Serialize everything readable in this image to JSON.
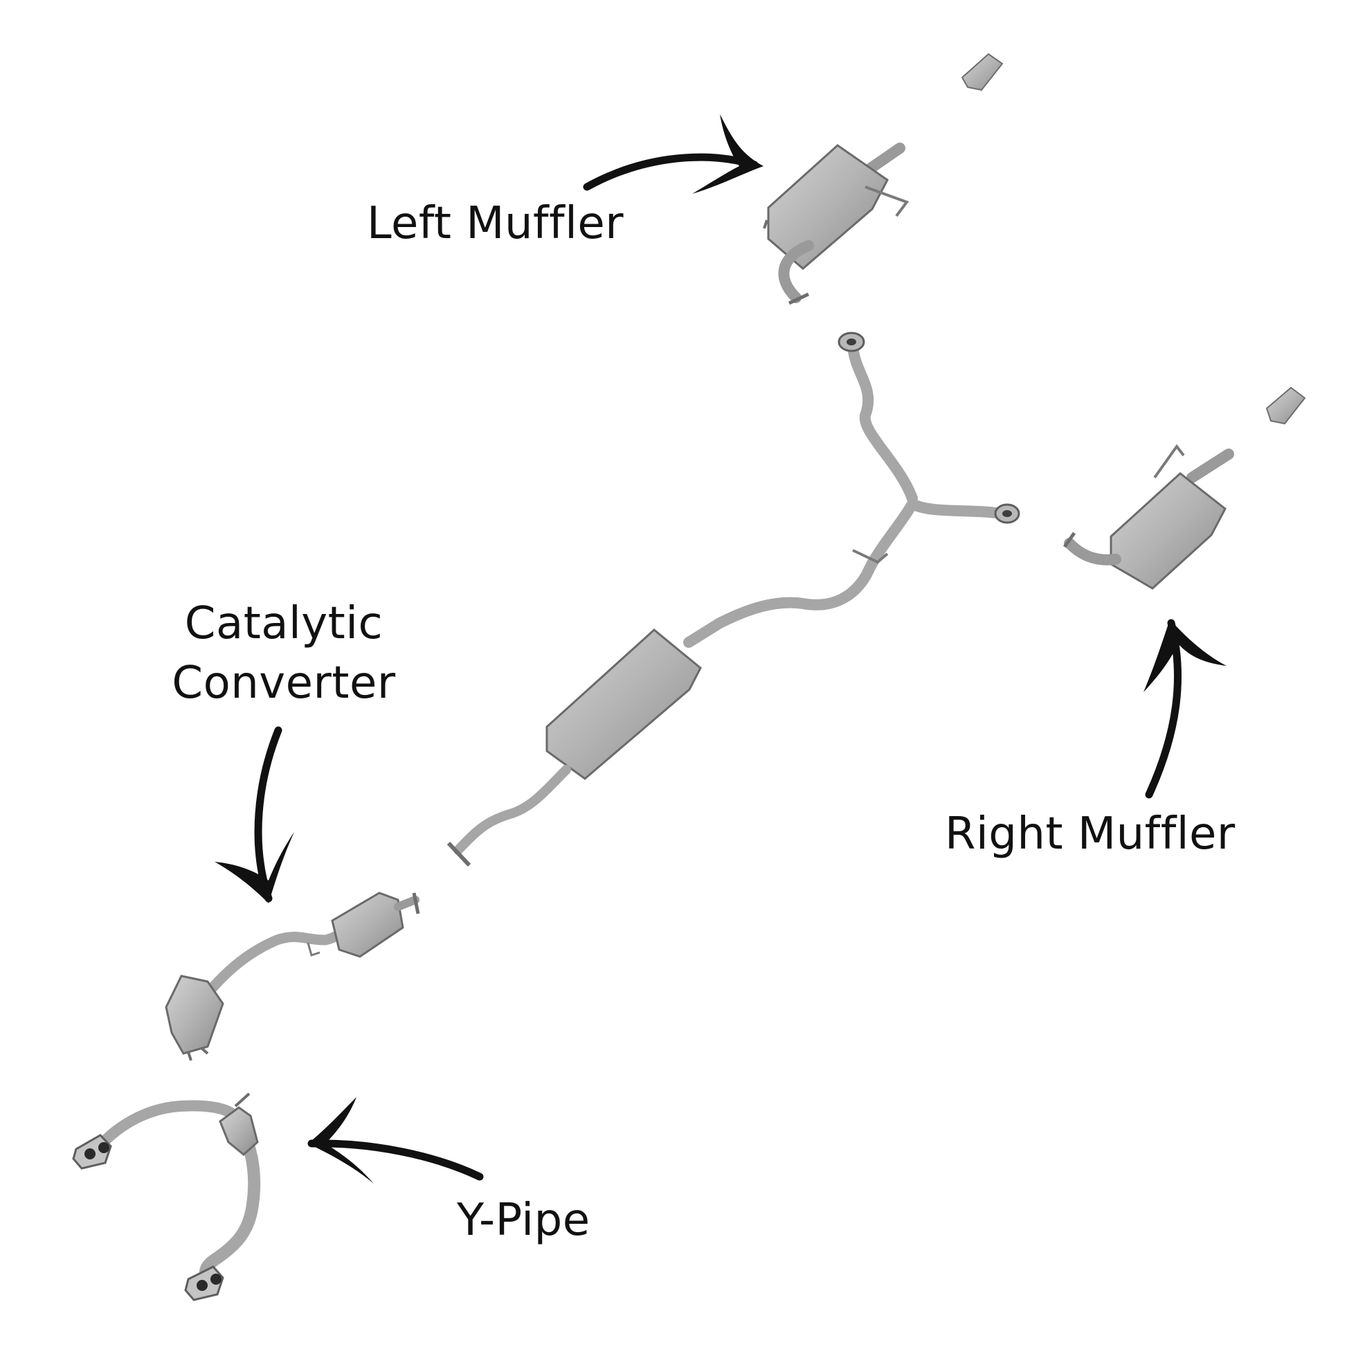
{
  "diagram": {
    "labels": {
      "left_muffler": "Left Muffler",
      "right_muffler": "Right Muffler",
      "catalytic_line1": "Catalytic",
      "catalytic_line2": "Converter",
      "y_pipe": "Y-Pipe"
    },
    "colors": {
      "background": "#ffffff",
      "text": "#111111",
      "arrow": "#111111",
      "metal": "#b8b8b8",
      "metal_dark": "#7a7a7a",
      "metal_edge": "#5e5e5e"
    },
    "icons": [
      "arrow-icon",
      "muffler-shape",
      "pipe-shape",
      "catalytic-converter-shape"
    ]
  }
}
